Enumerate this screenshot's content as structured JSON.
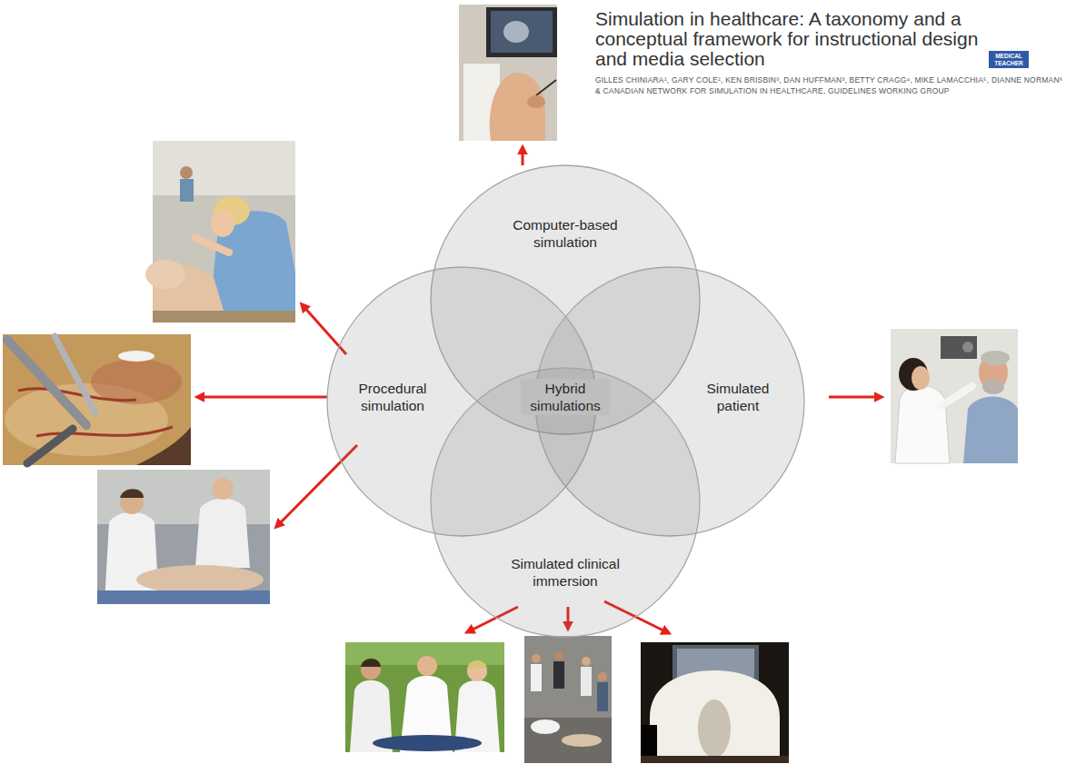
{
  "diagram": {
    "title": "Simulation in healthcare: A taxonomy and a conceptual framework for instructional design and media selection",
    "nodes": [
      {
        "text": [
          "Computer-based simulation"
        ]
      },
      {
        "text": [
          "Procedural simulation"
        ]
      },
      {
        "text": [
          "Hybrid simulations"
        ]
      },
      {
        "text": [
          "Simulated patient"
        ]
      },
      {
        "text": [
          "Simulated clinical immersion"
        ]
      }
    ],
    "labels": [
      "GILLES CHINIARA¹, GARY COLE², KEN BRISBIN³, DAN HUFFMAN³, BETTY CRAGG⁴, MIKE LAMACCHIA⁵, DIANNE NORMAN⁶ & CANADIAN NETWORK FOR SIMULATION IN HEALTHCARE, GUIDELINES WORKING GROUP",
      "MEDICAL TEACHER"
    ]
  }
}
